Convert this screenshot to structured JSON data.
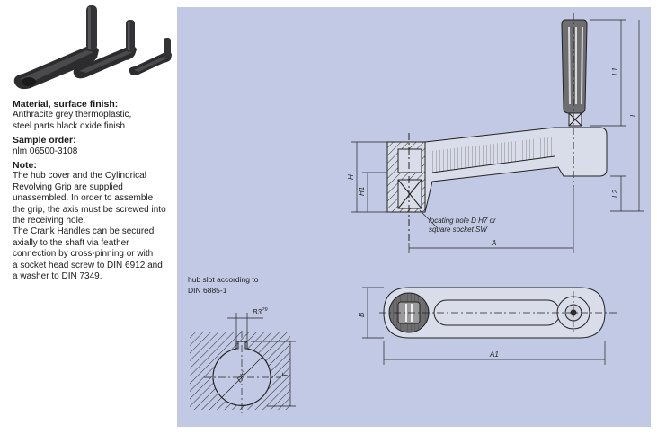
{
  "sections": [
    {
      "title": "Material, surface finish:",
      "body": "Anthracite grey thermoplastic,\nsteel parts black oxide finish"
    },
    {
      "title": "Sample order:",
      "body": "nlm 06500-3108"
    },
    {
      "title": "Note:",
      "body": "The hub cover and the Cylindrical\nRevolving Grip are supplied\nunassembled. In order to assemble\nthe grip, the axis must be screwed into\nthe receiving hole.\nThe Crank Handles can be secured\naxially to the shaft via feather\nconnection by cross-pinning or with\na socket head screw to DIN 6912 and\na washer to DIN 7349."
    }
  ],
  "drawing": {
    "dimensions": {
      "L1": "L1",
      "L": "L",
      "L2": "L2",
      "H": "H",
      "H1": "H1",
      "A": "A",
      "A1": "A1",
      "B": "B",
      "B3": "B3",
      "B3_sup": "P9",
      "D": "D",
      "D_sup": "H7",
      "T": "T"
    },
    "locating_note_line1": "locating hole D H7 or",
    "locating_note_line2": "square socket SW",
    "hub_slot_line1": "hub slot according to",
    "hub_slot_line2": "DIN 6885-1"
  },
  "colors": {
    "panel": "#c1c9e5",
    "part": "#d9dde9",
    "grip": "#6e6e70",
    "line": "#222222"
  }
}
